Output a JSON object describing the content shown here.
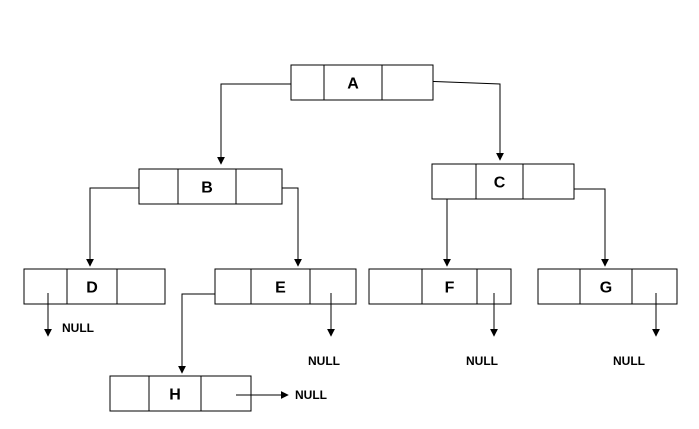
{
  "nodes": [
    {
      "id": "A",
      "label": "A"
    },
    {
      "id": "B",
      "label": "B"
    },
    {
      "id": "C",
      "label": "C"
    },
    {
      "id": "D",
      "label": "D"
    },
    {
      "id": "E",
      "label": "E"
    },
    {
      "id": "F",
      "label": "F"
    },
    {
      "id": "G",
      "label": "G"
    },
    {
      "id": "H",
      "label": "H"
    }
  ],
  "edges": [
    {
      "from": "A",
      "side": "left",
      "to": "B"
    },
    {
      "from": "A",
      "side": "right",
      "to": "C"
    },
    {
      "from": "B",
      "side": "left",
      "to": "D"
    },
    {
      "from": "B",
      "side": "right",
      "to": "E"
    },
    {
      "from": "C",
      "side": "left",
      "to": "F"
    },
    {
      "from": "C",
      "side": "right",
      "to": "G"
    },
    {
      "from": "E",
      "side": "left",
      "to": "H"
    }
  ],
  "null_pointers": [
    {
      "node": "D",
      "side": "left",
      "label": "NULL"
    },
    {
      "node": "E",
      "side": "right",
      "label": "NULL"
    },
    {
      "node": "F",
      "side": "right",
      "label": "NULL"
    },
    {
      "node": "G",
      "side": "right",
      "label": "NULL"
    },
    {
      "node": "H",
      "side": "right",
      "label": "NULL"
    }
  ]
}
